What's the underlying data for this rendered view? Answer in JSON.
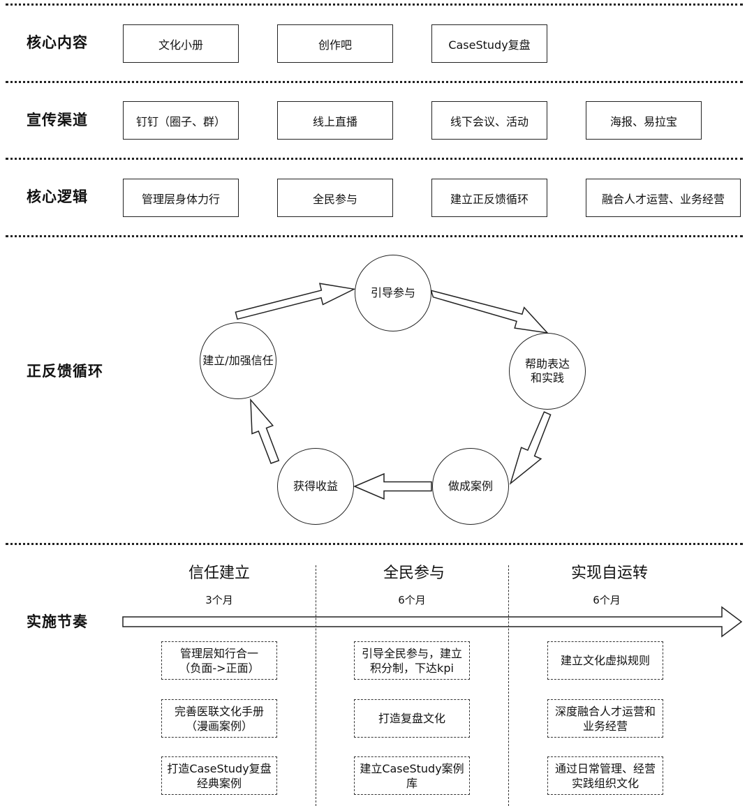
{
  "core_content": {
    "label": "核心内容",
    "items": [
      "文化小册",
      "创作吧",
      "CaseStudy复盘"
    ]
  },
  "channels": {
    "label": "宣传渠道",
    "items": [
      "钉钉（圈子、群）",
      "线上直播",
      "线下会议、活动",
      "海报、易拉宝"
    ]
  },
  "core_logic": {
    "label": "核心逻辑",
    "items": [
      "管理层身体力行",
      "全民参与",
      "建立正反馈循环",
      "融合人才运营、业务经营"
    ]
  },
  "feedback_loop": {
    "label": "正反馈循环",
    "nodes": [
      "引导参与",
      "帮助表达\n和实践",
      "做成案例",
      "获得收益",
      "建立/加强信任"
    ]
  },
  "rhythm": {
    "label": "实施节奏",
    "phases": [
      {
        "title": "信任建立",
        "duration": "3个月",
        "tasks": [
          "管理层知行合一\n（负面->正面）",
          "完善医联文化手册\n（漫画案例）",
          "打造CaseStudy复盘\n经典案例"
        ]
      },
      {
        "title": "全民参与",
        "duration": "6个月",
        "tasks": [
          "引导全民参与，建立\n积分制，下达kpi",
          "打造复盘文化",
          "建立CaseStudy案例\n库"
        ]
      },
      {
        "title": "实现自运转",
        "duration": "6个月",
        "tasks": [
          "建立文化虚拟规则",
          "深度融合人才运营和\n业务经营",
          "通过日常管理、经营\n实践组织文化"
        ]
      }
    ]
  }
}
